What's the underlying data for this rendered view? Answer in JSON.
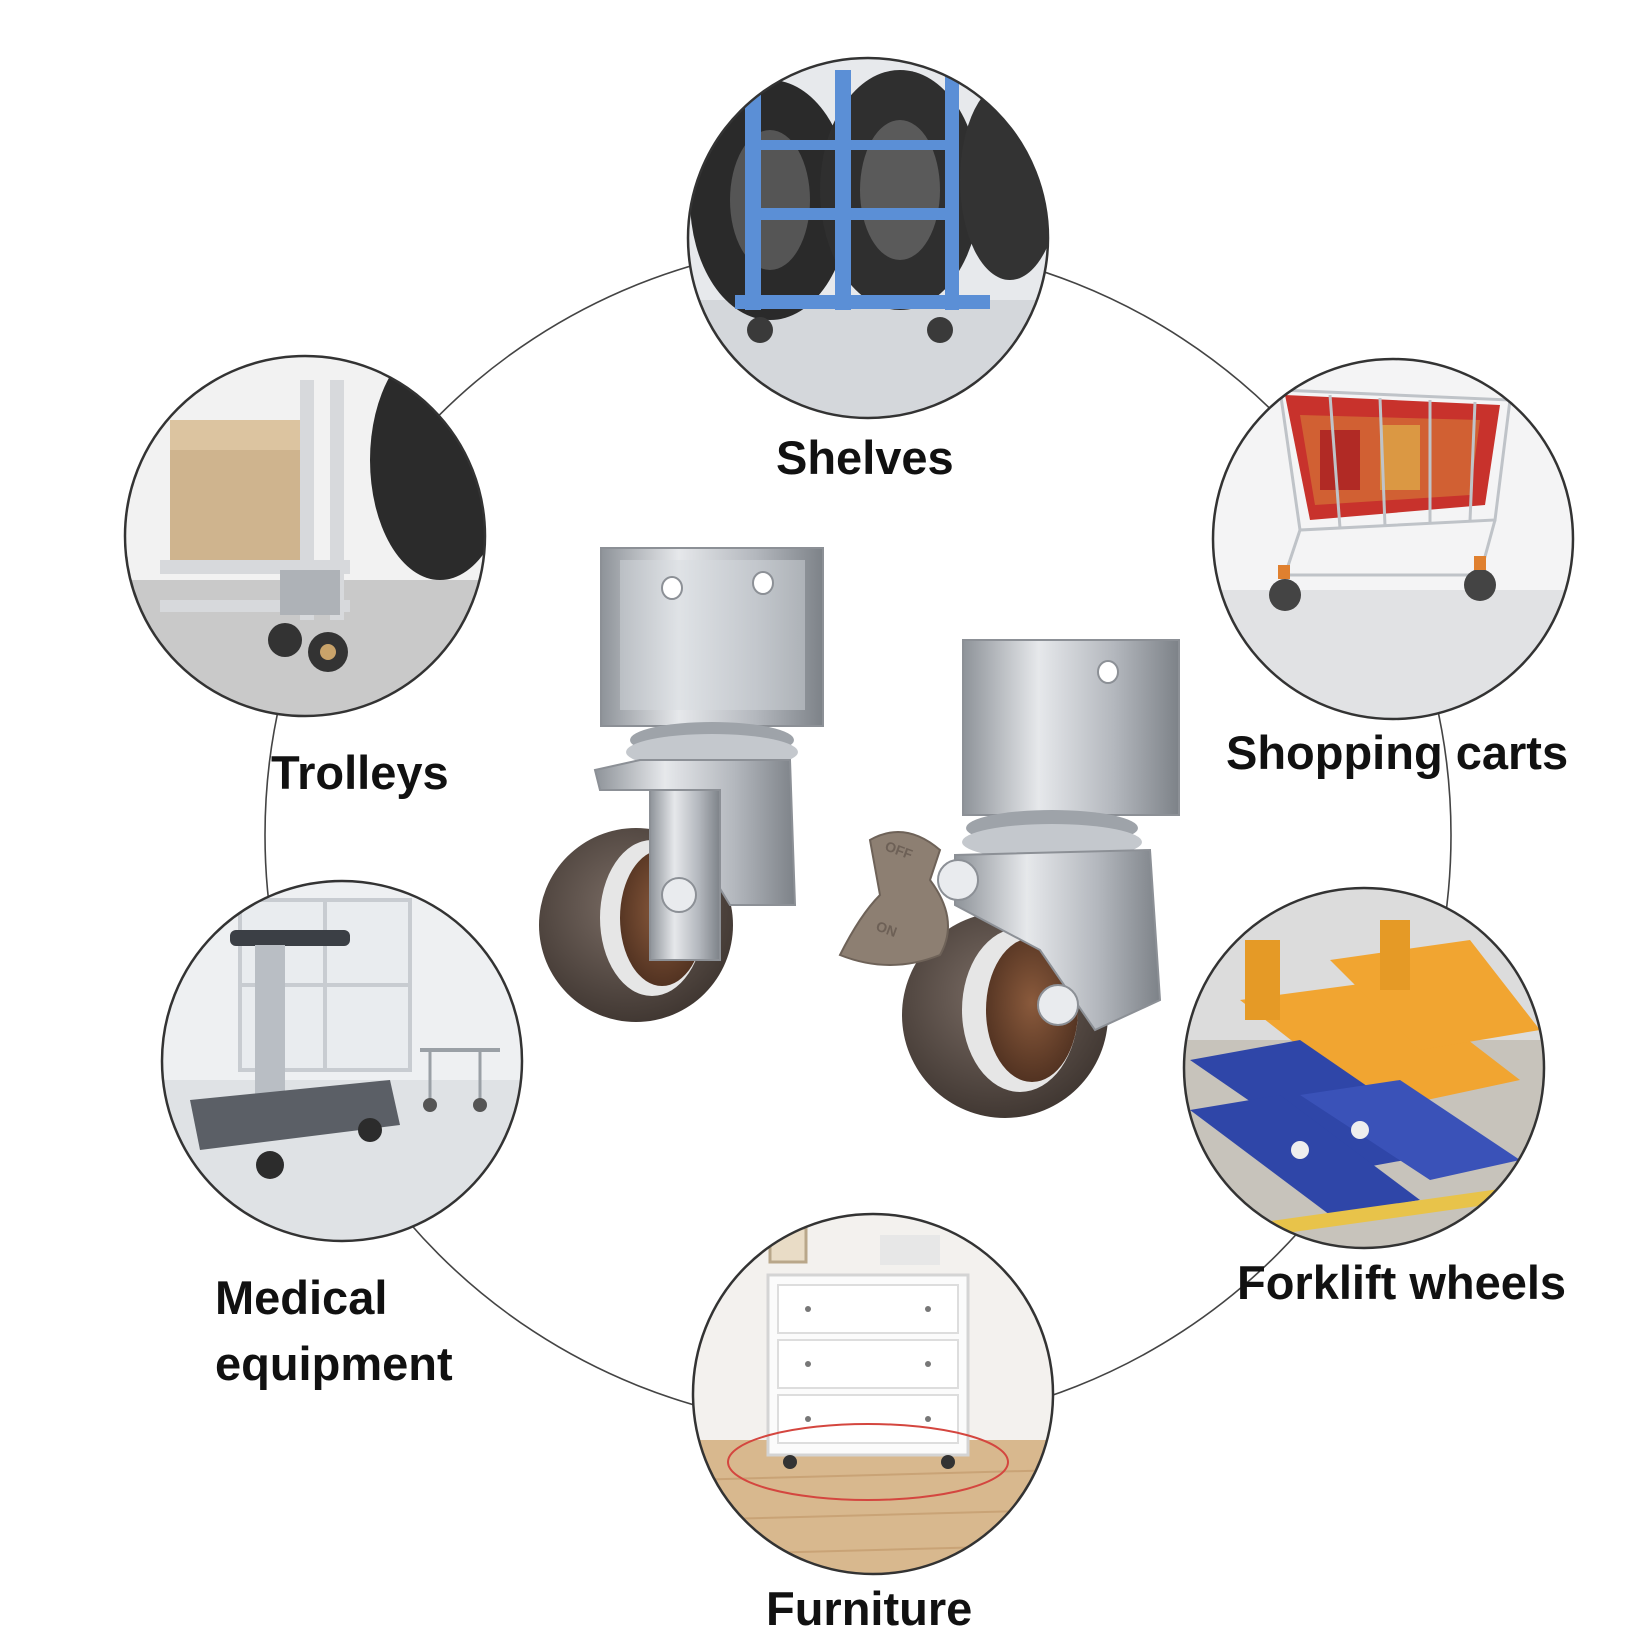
{
  "labels": {
    "shelves": "Shelves",
    "trolleys": "Trolleys",
    "shopping_carts": "Shopping carts",
    "medical_line1": "Medical",
    "medical_line2": "equipment",
    "forklift_wheels": "Forklift wheels",
    "furniture": "Furniture"
  },
  "caster": {
    "brake_off_text": "OFF",
    "brake_on_text": "ON"
  },
  "colors": {
    "ring": "#444444",
    "steel": "#c9ccd1",
    "wheel": "#5a4e48",
    "brake": "#8d7f72",
    "forklift_orange": "#f1a531",
    "forklift_blue": "#2f46a8",
    "cart_red": "#c8322c"
  }
}
